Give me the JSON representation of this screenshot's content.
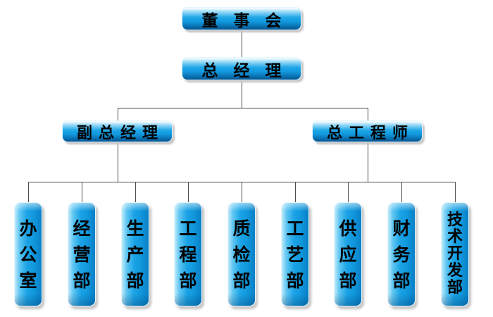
{
  "diagram": {
    "type": "org-chart",
    "background_color": "#ffffff",
    "node_fill_main": "#17a0e4",
    "node_fill_highlight": "#a5e1f8",
    "node_fill_dark": "#0a77bd",
    "node_text_color": "#000000",
    "connector_color": "#4d4d4d"
  },
  "nodes": {
    "board": {
      "label": "董事会",
      "level": 1,
      "reports_to": null
    },
    "general_manager": {
      "label": "总经理",
      "level": 2,
      "reports_to": "董事会"
    },
    "deputy_general_manager": {
      "label": "副总经理",
      "level": 3,
      "reports_to": "总经理"
    },
    "chief_engineer": {
      "label": "总工程师",
      "level": 3,
      "reports_to": "总经理"
    },
    "departments": [
      {
        "label": "办公室"
      },
      {
        "label": "经营部"
      },
      {
        "label": "生产部"
      },
      {
        "label": "工程部"
      },
      {
        "label": "质检部"
      },
      {
        "label": "工艺部"
      },
      {
        "label": "供应部"
      },
      {
        "label": "财务部"
      },
      {
        "label": "技术开发部"
      }
    ],
    "departments_report_to": [
      "副总经理",
      "总工程师"
    ]
  }
}
